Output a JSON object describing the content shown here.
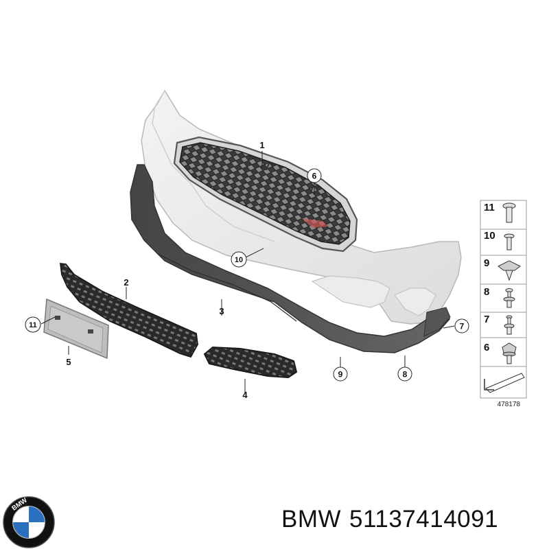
{
  "callouts": {
    "c1": "1",
    "c2": "2",
    "c3": "3",
    "c4": "4",
    "c5": "5",
    "c6": "6",
    "c7": "7",
    "c8": "8",
    "c9": "9",
    "c10": "10",
    "c11": "11"
  },
  "legend": {
    "items": [
      "11",
      "10",
      "9",
      "8",
      "7",
      "6"
    ],
    "reference_number": "478178"
  },
  "caption": {
    "brand": "BMW",
    "part_number": "51137414091"
  },
  "logo": {
    "letters": "BMW",
    "icon": "bmw-roundel-icon",
    "colors": {
      "ring": "#111111",
      "blue": "#2b6fbf",
      "white": "#ffffff"
    }
  }
}
